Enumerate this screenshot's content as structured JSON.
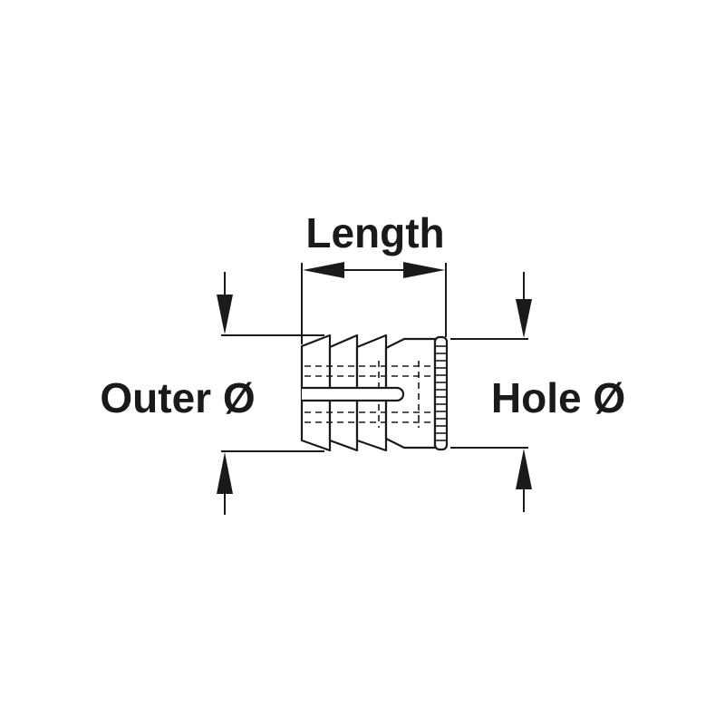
{
  "labels": {
    "length": "Length",
    "outer_diameter": "Outer Ø",
    "hole_diameter": "Hole Ø"
  },
  "colors": {
    "line": "#1a1a1a",
    "background": "#ffffff"
  }
}
